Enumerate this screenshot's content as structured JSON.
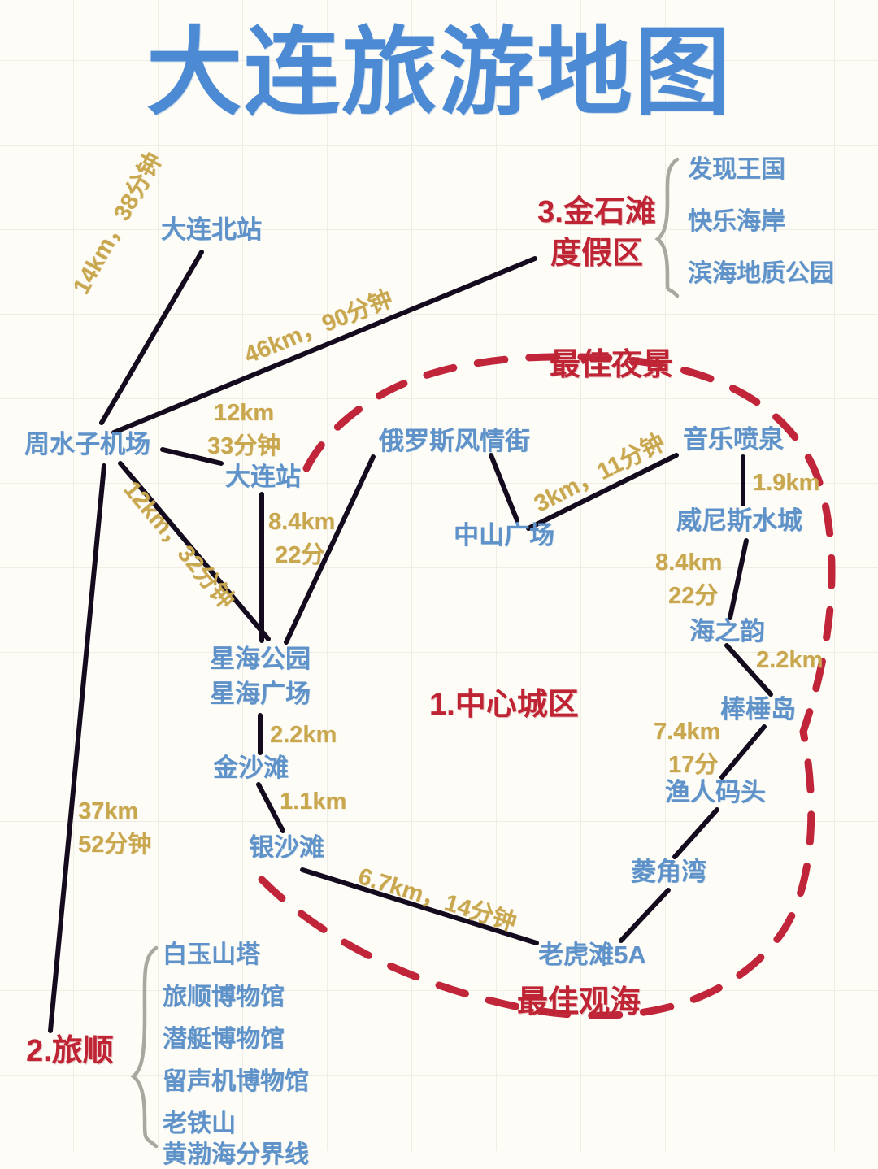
{
  "title": "大连旅游地图",
  "colors": {
    "title_blue": "#4d8ad4",
    "place_blue": "#5f92c9",
    "distance_gold": "#c9a74e",
    "accent_red": "#bf2435",
    "edge_black": "#140c1e",
    "background": "#fdfcf6"
  },
  "places": {
    "dalian_north_station": "大连北站",
    "zhoushuizi_airport": "周水子机场",
    "dalian_station": "大连站",
    "russian_street": "俄罗斯风情街",
    "zhongshan_square": "中山广场",
    "music_fountain": "音乐喷泉",
    "venice_water_city": "威尼斯水城",
    "haizhiyun": "海之韵",
    "bangchui_island": "棒棰岛",
    "fishermans_wharf": "渔人码头",
    "lingjiao_bay": "菱角湾",
    "tiger_beach": "老虎滩5A",
    "xinghai_park": "星海公园",
    "xinghai_square": "星海广场",
    "jinsha_beach": "金沙滩",
    "yinsha_beach": "银沙滩"
  },
  "distances": {
    "airport_to_north_station": "14km，38分钟",
    "airport_to_jinshitan": "46km，90分钟",
    "airport_to_dalian_station_km": "12km",
    "airport_to_dalian_station_min": "33分钟",
    "airport_to_xinghai": "12km，32分钟",
    "dalian_station_to_xinghai_km": "8.4km",
    "dalian_station_to_xinghai_min": "22分",
    "airport_to_lvshun_km": "37km",
    "airport_to_lvshun_min": "52分钟",
    "xinghai_to_jinsha": "2.2km",
    "jinsha_to_yinsha": "1.1km",
    "yinsha_to_tiger_beach": "6.7km，14分钟",
    "zhongshan_to_fountain": "3km，11分钟",
    "fountain_to_venice": "1.9km",
    "venice_to_haizhiyun_km": "8.4km",
    "venice_to_haizhiyun_min": "22分",
    "haizhiyun_to_bangchui": "2.2km",
    "bangchui_to_wharf_km": "7.4km",
    "bangchui_to_wharf_min": "17分"
  },
  "sections": {
    "zone1": "1.中心城区",
    "zone2": "2.旅顺",
    "zone3_line1": "3.金石滩",
    "zone3_line2": "度假区"
  },
  "highlights": {
    "best_night_view": "最佳夜景",
    "best_sea_view": "最佳观海"
  },
  "jinshitan_attractions": [
    "发现王国",
    "快乐海岸",
    "滨海地质公园"
  ],
  "lvshun_attractions": [
    "白玉山塔",
    "旅顺博物馆",
    "潜艇博物馆",
    "留声机博物馆",
    "老铁山",
    "黄渤海分界线"
  ]
}
